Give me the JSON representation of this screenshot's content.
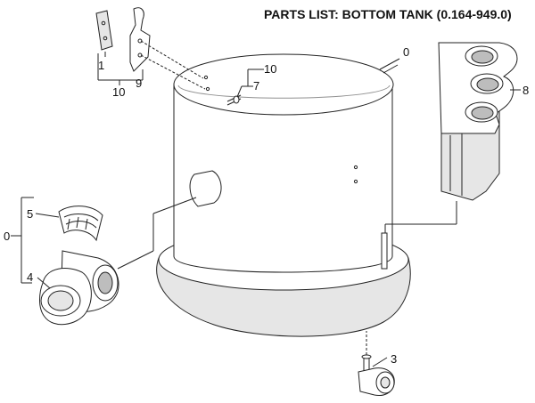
{
  "title": "PARTS LIST: BOTTOM TANK (0.164-949.0)",
  "callouts": {
    "c0_top": "0",
    "c10_top": "10",
    "c7": "7",
    "c8": "8",
    "c1": "1",
    "c9": "9",
    "c10_left": "10",
    "c5": "5",
    "c0_left": "0",
    "c4": "4",
    "c3": "3"
  }
}
